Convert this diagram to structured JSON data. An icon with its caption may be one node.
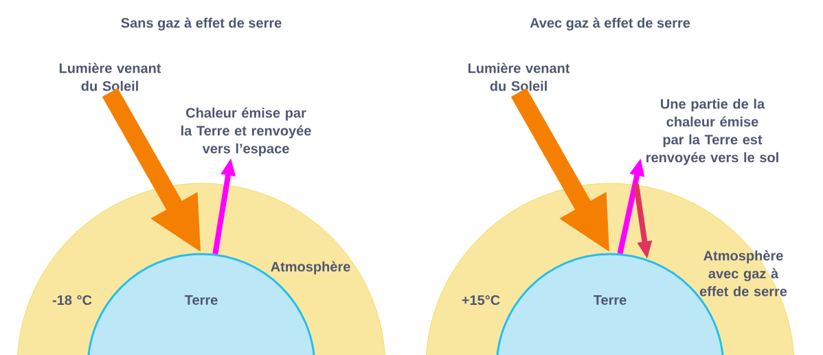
{
  "diagram": {
    "nodes": [
      {
        "text": [
          "Atmosphère",
          "-18 °C"
        ]
      },
      {
        "text": [
          "Terre"
        ],
        "in": 0
      },
      {
        "text": [
          "Lumière venant du Soleil"
        ]
      },
      {
        "text": [
          "Chaleur émise par la Terre et renvoyée vers l’espace"
        ]
      },
      {
        "text": [
          "Atmosphère avec gaz à effet de serre",
          "+15°C"
        ]
      },
      {
        "text": [
          "Terre"
        ],
        "in": 4
      },
      {
        "text": [
          "Lumière venant du Soleil"
        ]
      },
      {
        "text": [
          "Une partie de la chaleur émise par la Terre est renvoyée vers le sol"
        ]
      }
    ],
    "edges": [
      {
        "from": 2,
        "to": 1,
        "arrow": "to",
        "style": "thick",
        "color": "#f57f00"
      },
      {
        "from": 1,
        "to": 3,
        "arrow": "to",
        "color": "#ff00ff"
      },
      {
        "from": 6,
        "to": 5,
        "arrow": "to",
        "style": "thick",
        "color": "#f57f00"
      },
      {
        "from": 5,
        "to": 7,
        "arrow": "to",
        "color": "#ff00ff"
      },
      {
        "from": null,
        "to": 5,
        "arrow": "to",
        "color": "#e0345a"
      }
    ],
    "labels": [
      "Sans gaz à effet de serre",
      "Avec gaz à effet de serre"
    ]
  }
}
